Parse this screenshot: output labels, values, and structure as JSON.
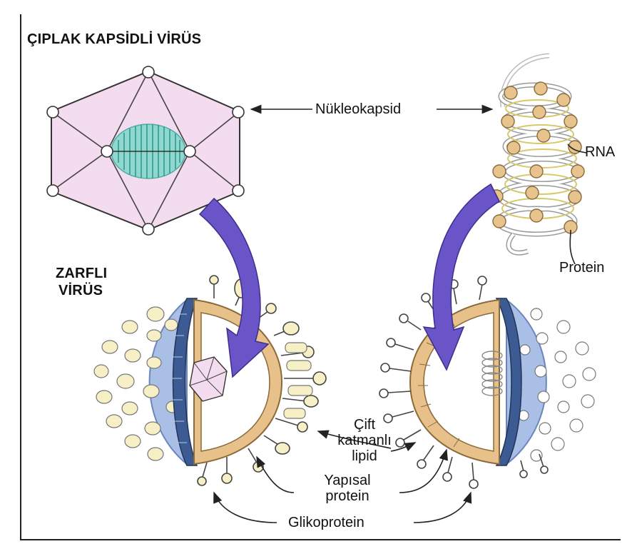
{
  "titles": {
    "naked": "ÇIPLAK KAPSİDLİ VİRÜS",
    "enveloped_line1": "ZARFLI",
    "enveloped_line2": "VİRÜS"
  },
  "labels": {
    "nucleocapsid": "Nükleokapsid",
    "rna": "RNA",
    "protein": "Protein",
    "lipid_line1": "Çift",
    "lipid_line2": "katmanlı",
    "lipid_line3": "lipid",
    "structural_line1": "Yapısal",
    "structural_line2": "protein",
    "glycoprotein": "Glikoprotein"
  },
  "colors": {
    "capsid_fill": "#f3dcef",
    "nucleic_teal": "#6fc9c0",
    "envelope_blue": "#a9bfe6",
    "envelope_dark": "#3c5b92",
    "spike_head": "#f7f0c6",
    "lipid_tan": "#e8c18a",
    "arrow_purple": "#6a55c8",
    "rna_bead": "#e7c48e"
  }
}
